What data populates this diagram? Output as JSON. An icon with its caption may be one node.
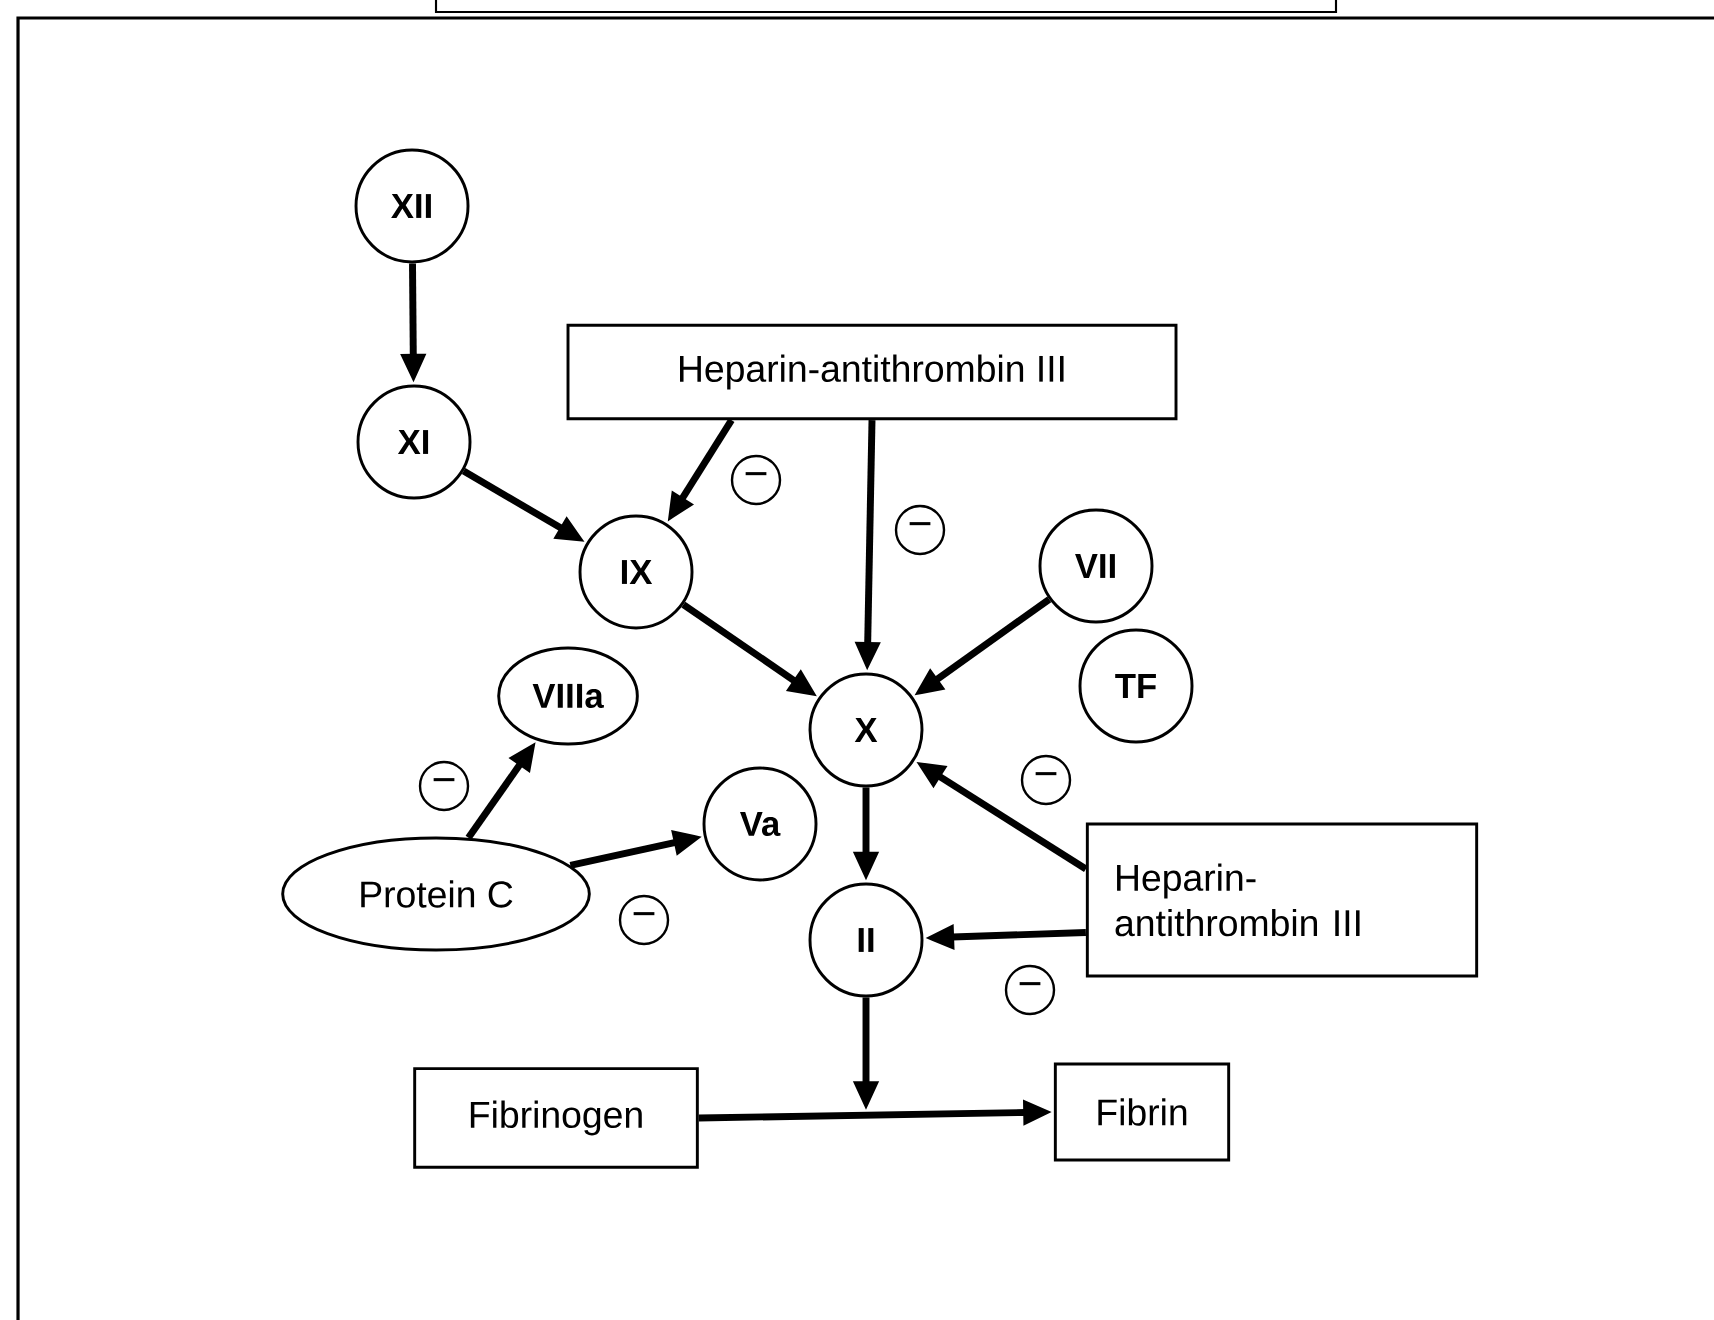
{
  "diagram": {
    "nodes": [
      {
        "text": [
          "XII"
        ]
      },
      {
        "text": [
          "XI"
        ]
      },
      {
        "text": [
          "Heparin-antithrombin III"
        ]
      },
      {
        "text": [
          "IX"
        ]
      },
      {
        "text": [
          "VII"
        ]
      },
      {
        "text": [
          "X"
        ]
      },
      {
        "text": [
          "VIIIa"
        ]
      },
      {
        "text": [
          "TF"
        ]
      },
      {
        "text": [
          "Va"
        ]
      },
      {
        "text": [
          "Protein C"
        ]
      },
      {
        "text": [
          "Heparin- antithrombin III"
        ]
      },
      {
        "text": [
          "II"
        ]
      },
      {
        "text": [
          "Fibrinogen"
        ]
      },
      {
        "text": [
          "Fibrin"
        ]
      }
    ],
    "edges": [
      {
        "from": 0,
        "to": 1,
        "arrow": "to"
      },
      {
        "from": 1,
        "to": 3,
        "arrow": "to"
      },
      {
        "from": 2,
        "to": 3,
        "arrow": "to",
        "label": "−"
      },
      {
        "from": 2,
        "to": 5,
        "arrow": "to",
        "label": "−"
      },
      {
        "from": 3,
        "to": 5,
        "arrow": "to"
      },
      {
        "from": 4,
        "to": 5,
        "arrow": "to"
      },
      {
        "from": 9,
        "to": 6,
        "arrow": "to",
        "label": "−"
      },
      {
        "from": 9,
        "to": 8,
        "arrow": "to",
        "label": "−"
      },
      {
        "from": 10,
        "to": 5,
        "arrow": "to",
        "label": "−"
      },
      {
        "from": 10,
        "to": 11,
        "arrow": "to",
        "label": "−"
      },
      {
        "from": 5,
        "to": 11,
        "arrow": "to"
      },
      {
        "from": 12,
        "to": 13,
        "arrow": "to"
      },
      {
        "from": 11,
        "to": null,
        "arrow": "to"
      }
    ]
  }
}
